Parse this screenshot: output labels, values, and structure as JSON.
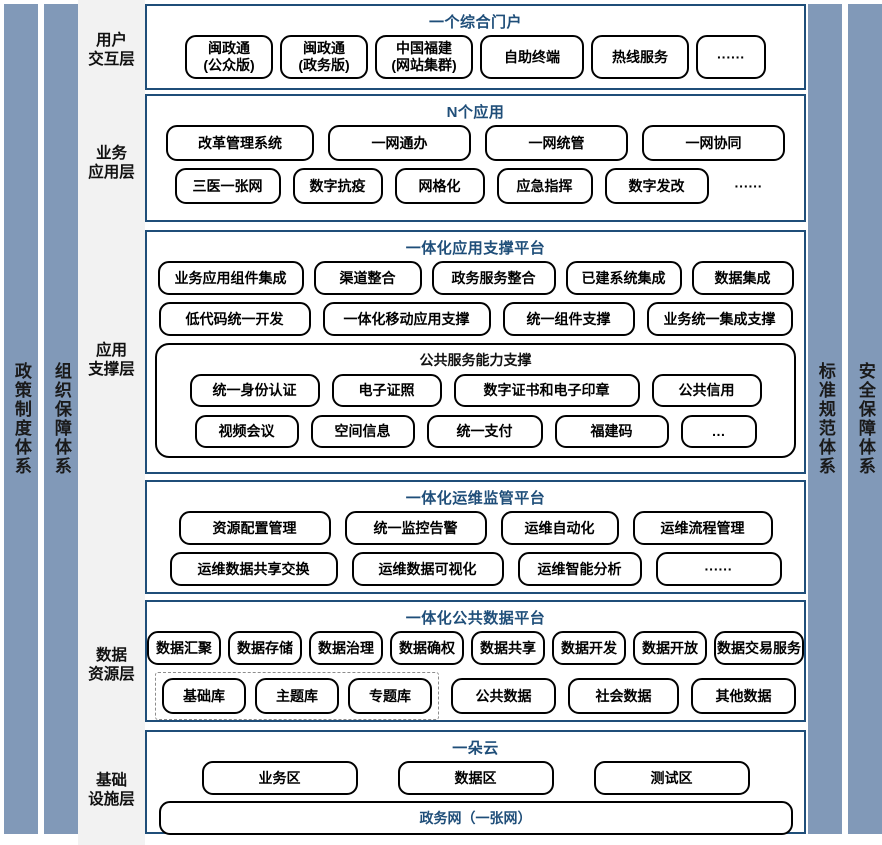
{
  "bands": {
    "left": [
      {
        "name": "policy",
        "label": "政策制度体系"
      },
      {
        "name": "org",
        "label": "组织保障体系"
      }
    ],
    "right": [
      {
        "name": "standard",
        "label": "标准规范体系"
      },
      {
        "name": "security",
        "label": "安全保障体系"
      }
    ]
  },
  "layers": [
    {
      "name": "user-interaction",
      "label": "用户\n交互层"
    },
    {
      "name": "business-application",
      "label": "业务\n应用层"
    },
    {
      "name": "application-support",
      "label": "应用\n支撑层"
    },
    {
      "name": "data-resource",
      "label": "数据\n资源层"
    },
    {
      "name": "infrastructure",
      "label": "基础\n设施层"
    }
  ],
  "sections": {
    "portal": {
      "title": "一个综合门户",
      "items": [
        "闽政通\n(公众版)",
        "闽政通\n(政务版)",
        "中国福建\n(网站集群)",
        "自助终端",
        "热线服务",
        "······"
      ]
    },
    "applications": {
      "title": "N个应用",
      "row1": [
        "改革管理系统",
        "一网通办",
        "一网统管",
        "一网协同"
      ],
      "row2": [
        "三医一张网",
        "数字抗疫",
        "网格化",
        "应急指挥",
        "数字发改"
      ],
      "row2_trailing": "······"
    },
    "app_support": {
      "title": "一体化应用支撑平台",
      "row1": [
        "业务应用组件集成",
        "渠道整合",
        "政务服务整合",
        "已建系统集成",
        "数据集成"
      ],
      "row2": [
        "低代码统一开发",
        "一体化移动应用支撑",
        "统一组件支撑",
        "业务统一集成支撑"
      ],
      "inner": {
        "title": "公共服务能力支撑",
        "row1": [
          "统一身份认证",
          "电子证照",
          "数字证书和电子印章",
          "公共信用"
        ],
        "row2": [
          "视频会议",
          "空间信息",
          "统一支付",
          "福建码",
          "…"
        ]
      }
    },
    "ops": {
      "title": "一体化运维监管平台",
      "row1": [
        "资源配置管理",
        "统一监控告警",
        "运维自动化",
        "运维流程管理"
      ],
      "row2": [
        "运维数据共享交换",
        "运维数据可视化",
        "运维智能分析",
        "······"
      ]
    },
    "data_platform": {
      "title": "一体化公共数据平台",
      "row1": [
        "数据汇聚",
        "数据存储",
        "数据治理",
        "数据确权",
        "数据共享",
        "数据开发",
        "数据开放",
        "数据交易服务"
      ],
      "row2_dashed": [
        "基础库",
        "主题库",
        "专题库"
      ],
      "row2_rest": [
        "公共数据",
        "社会数据",
        "其他数据"
      ]
    },
    "cloud": {
      "title": "一朵云",
      "zones": [
        "业务区",
        "数据区",
        "测试区"
      ],
      "network": "政务网（一张网）"
    }
  },
  "colors": {
    "band": "#8199B8",
    "section_border": "#1F4E79",
    "title": "#1F4E79",
    "node_border": "#000000",
    "layer_column_bg": "#F2F2F2"
  }
}
